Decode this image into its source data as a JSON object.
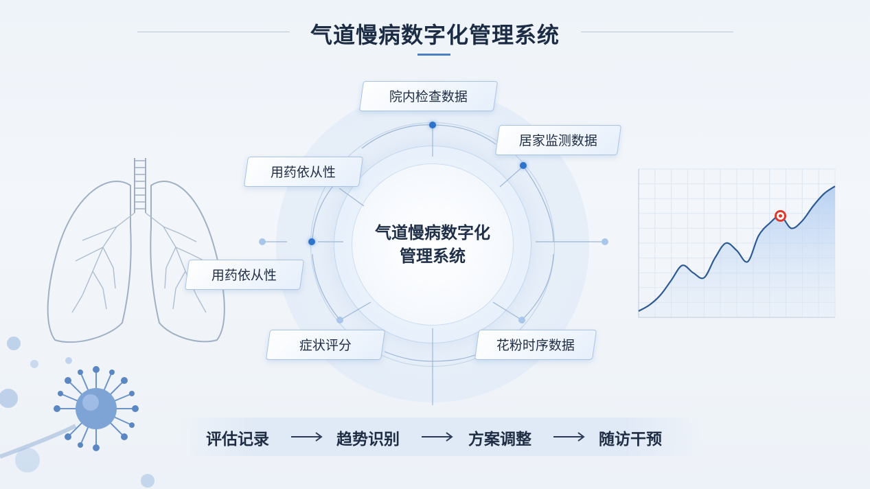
{
  "title": "气道慢病数字化管理系统",
  "hub": {
    "line1": "气道慢病数字化",
    "line2": "管理系统"
  },
  "data_sources": {
    "hospital_exam": "院内检查数据",
    "home_monitoring": "居家监测数据",
    "adherence_upper": "用药依从性",
    "adherence_lower": "用药依从性",
    "symptom_score": "症状评分",
    "pollen_series": "花粉时序数据"
  },
  "flow": {
    "steps": [
      "评估记录",
      "趋势识别",
      "方案调整",
      "随访干预"
    ]
  },
  "icons": {
    "lungs": "lungs-illustration",
    "virus": "virus-illustration",
    "arrow": "arrow-right-icon"
  },
  "colors": {
    "accent": "#2f72c9",
    "title": "#1c2c44",
    "highlight": "#e0392b"
  },
  "chart_data": {
    "type": "area",
    "title": "",
    "xlabel": "",
    "ylabel": "",
    "grid": true,
    "x": [
      0,
      1,
      2,
      3,
      4,
      5,
      6,
      7,
      8,
      9,
      10,
      11,
      12,
      13,
      14,
      15,
      16,
      17,
      18
    ],
    "series": [
      {
        "values": [
          5,
          10,
          18,
          30,
          42,
          36,
          32,
          48,
          60,
          54,
          45,
          66,
          76,
          82,
          72,
          78,
          90,
          100,
          106
        ]
      }
    ],
    "highlight_index": 13,
    "ylim": [
      0,
      120
    ]
  }
}
